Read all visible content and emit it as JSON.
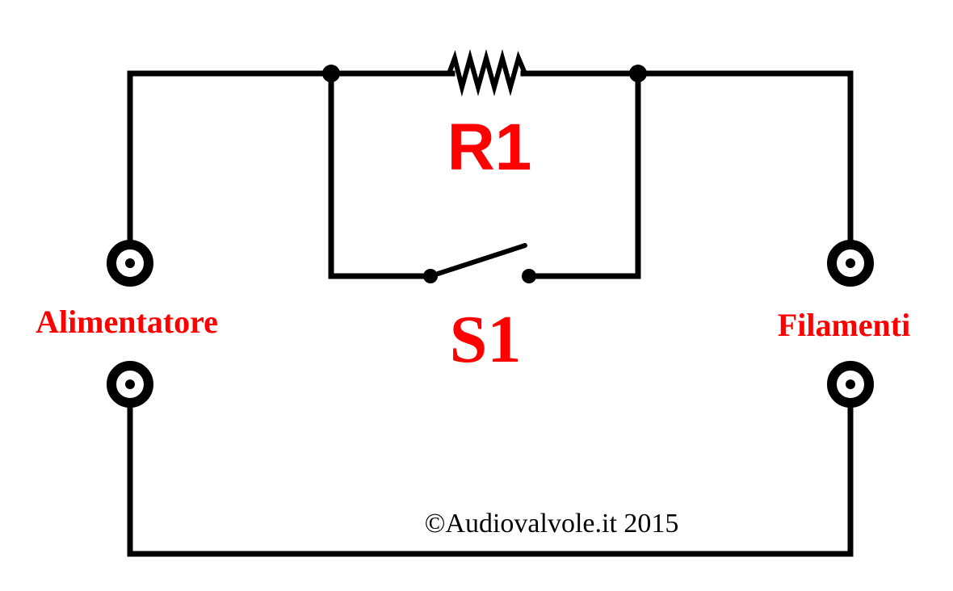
{
  "diagram": {
    "labels": {
      "resistor": "R1",
      "switch": "S1",
      "power_supply": "Alimentatore",
      "filaments": "Filamenti",
      "copyright": "©Audiovalvole.it 2015"
    },
    "colors": {
      "wire": "#000000",
      "label": "#ff0000",
      "copyright": "#000000"
    },
    "components": {
      "resistor": "resistor",
      "switch": "switch-open",
      "terminals": [
        "terminal-left-top",
        "terminal-left-bottom",
        "terminal-right-top",
        "terminal-right-bottom"
      ]
    }
  }
}
